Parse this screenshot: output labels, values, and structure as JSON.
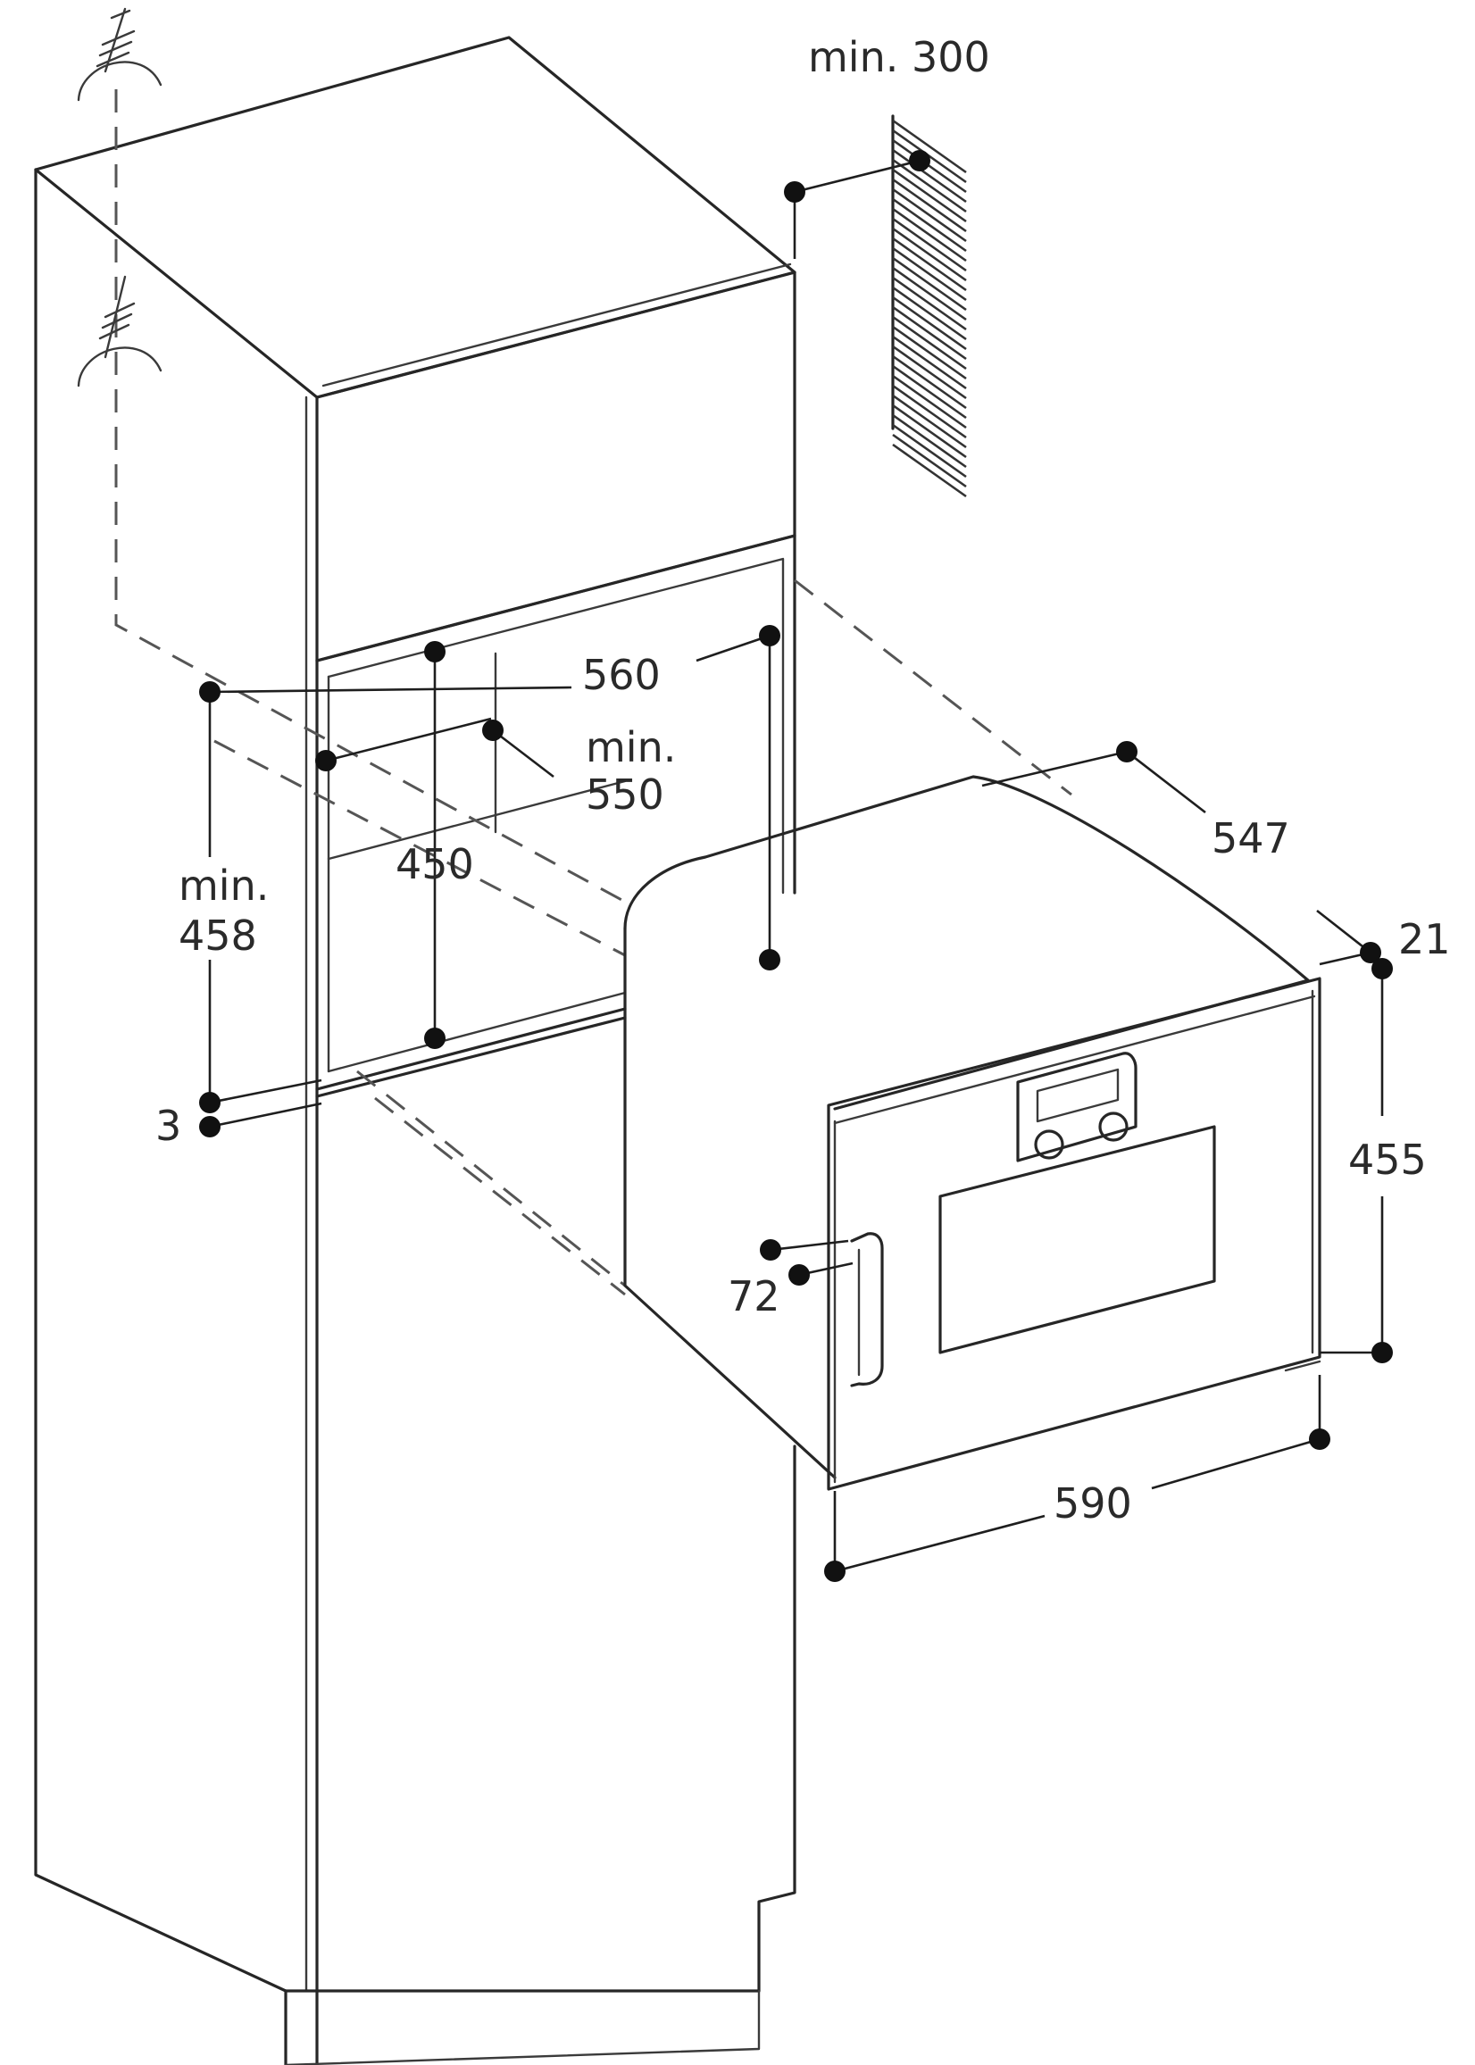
{
  "dimensions": {
    "min_300": "min. 300",
    "d560": "560",
    "min_550_line1": "min.",
    "min_550_line2": "550",
    "d450": "450",
    "min_458_line1": "min.",
    "min_458_line2": "458",
    "d3": "3",
    "d547": "547",
    "d21": "21",
    "d455": "455",
    "d72": "72",
    "d590": "590"
  },
  "colors": {
    "line": "#262626",
    "dashed": "#555555",
    "dimension_dot": "#111111",
    "background": "#ffffff"
  }
}
